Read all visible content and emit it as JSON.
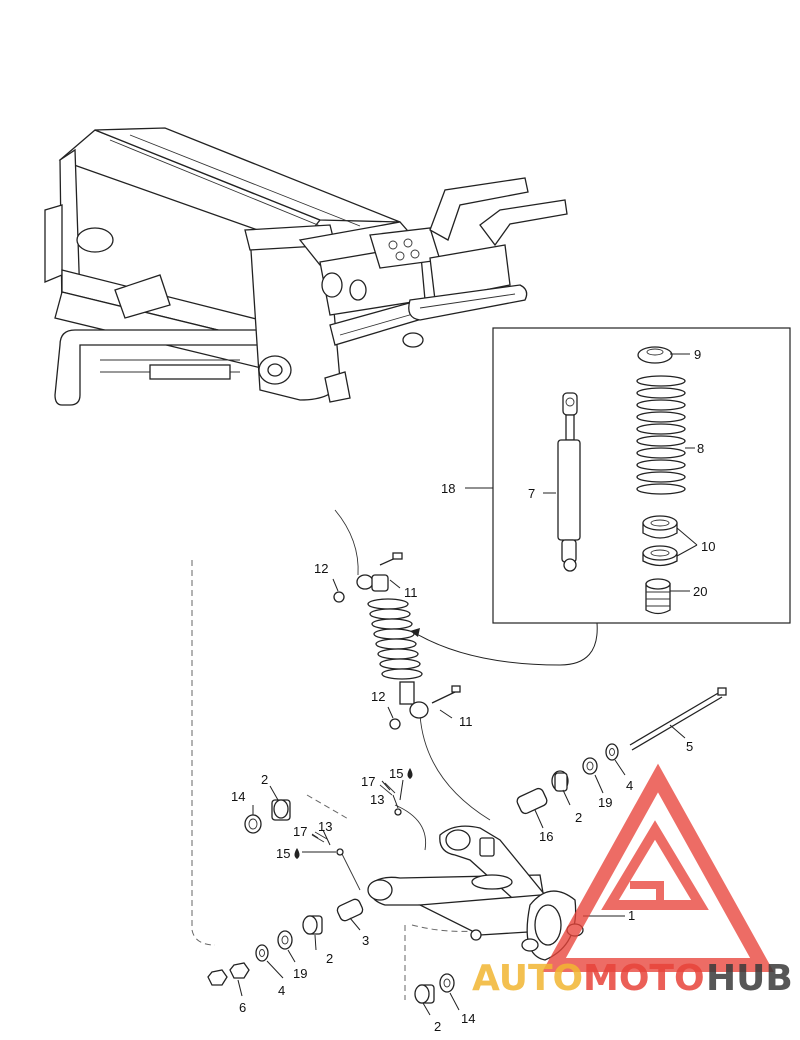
{
  "callouts": {
    "c1": "1",
    "c2a": "2",
    "c2b": "2",
    "c2c": "2",
    "c2d": "2",
    "c3": "3",
    "c4a": "4",
    "c4b": "4",
    "c5": "5",
    "c6": "6",
    "c7": "7",
    "c8": "8",
    "c9": "9",
    "c10": "10",
    "c11a": "11",
    "c11b": "11",
    "c12a": "12",
    "c12b": "12",
    "c13a": "13",
    "c13b": "13",
    "c14a": "14",
    "c14b": "14",
    "c15a": "15",
    "c15b": "15",
    "c16": "16",
    "c17a": "17",
    "c17b": "17",
    "c18": "18",
    "c19a": "19",
    "c19b": "19",
    "c20": "20"
  },
  "watermark": {
    "part1": "AUTO",
    "part2": "MOTO",
    "part3": "HUB",
    "color_accent": "#e8443a",
    "color_gold": "#f2b632",
    "color_dark": "#3a3a3a"
  },
  "icons": {
    "oil": "oil-drop-icon"
  }
}
